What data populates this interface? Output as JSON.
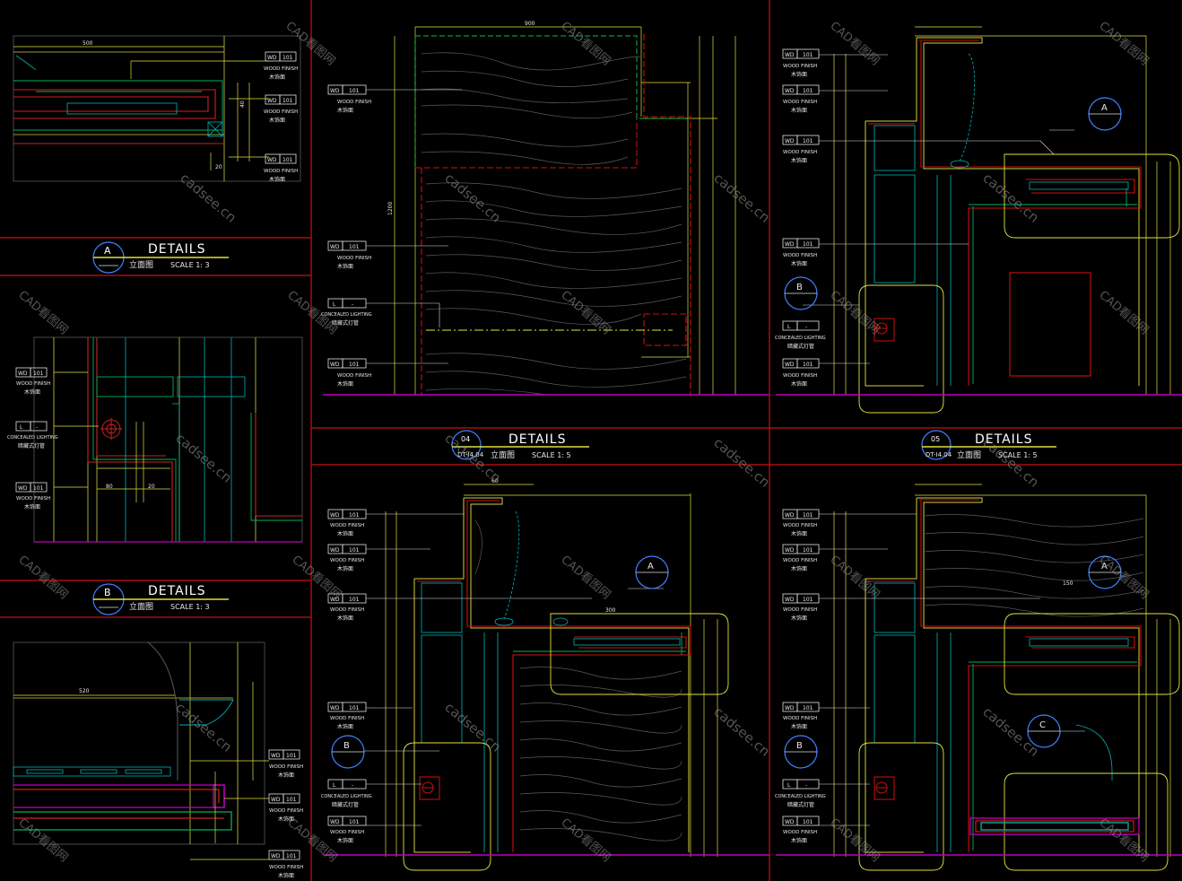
{
  "watermarks": {
    "site_cn": "CAD看图网",
    "site_en": "cadsee.cn"
  },
  "titles": {
    "details_word": "DETAILS",
    "elevation": "立面图",
    "a_letter": "A",
    "a_scale": "SCALE 1: 3",
    "b_letter": "B",
    "b_scale": "SCALE 1: 3",
    "t04_number": "04",
    "t04_ref": "DT-I4.04",
    "t04_scale": "SCALE 1: 5",
    "t05_number": "05",
    "t05_ref": "DT-I4.04",
    "t05_scale": "SCALE 1: 5"
  },
  "tags": {
    "wd_code": "WD",
    "wd_num": "101",
    "wood_finish": "WOOD FINISH",
    "wood_cn": "木饰面",
    "l_code": "L",
    "l_num": "-",
    "concealed": "CONCEALED LIGHTING",
    "concealed_cn": "暗藏式灯管"
  },
  "callouts": {
    "a": "A",
    "b": "B",
    "c": "C"
  },
  "dimensions": {
    "d500": "500",
    "d520": "520",
    "d20": "20",
    "d80": "80",
    "d40": "40",
    "d900": "900",
    "d1200": "1200",
    "d60": "60",
    "d300": "300",
    "d150": "150"
  },
  "colors": {
    "background": "#000000",
    "frame_red": "#cc1010",
    "dim_yellow": "#e0e040",
    "finish_green": "#00c040",
    "line_cyan": "#00b4b4",
    "floor_magenta": "#c000c0",
    "text": "#e8e8e8"
  }
}
